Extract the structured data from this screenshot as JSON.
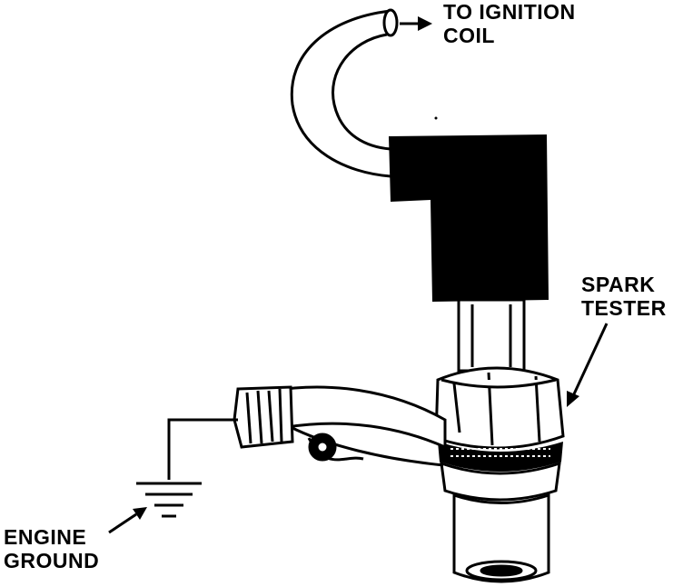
{
  "labels": {
    "ignition_coil": {
      "line1": "TO IGNITION",
      "line2": "COIL"
    },
    "spark_tester": {
      "line1": "SPARK",
      "line2": "TESTER"
    },
    "engine_ground": {
      "line1": "ENGINE",
      "line2": "GROUND"
    }
  },
  "colors": {
    "ink": "#000000",
    "paper": "#ffffff"
  }
}
